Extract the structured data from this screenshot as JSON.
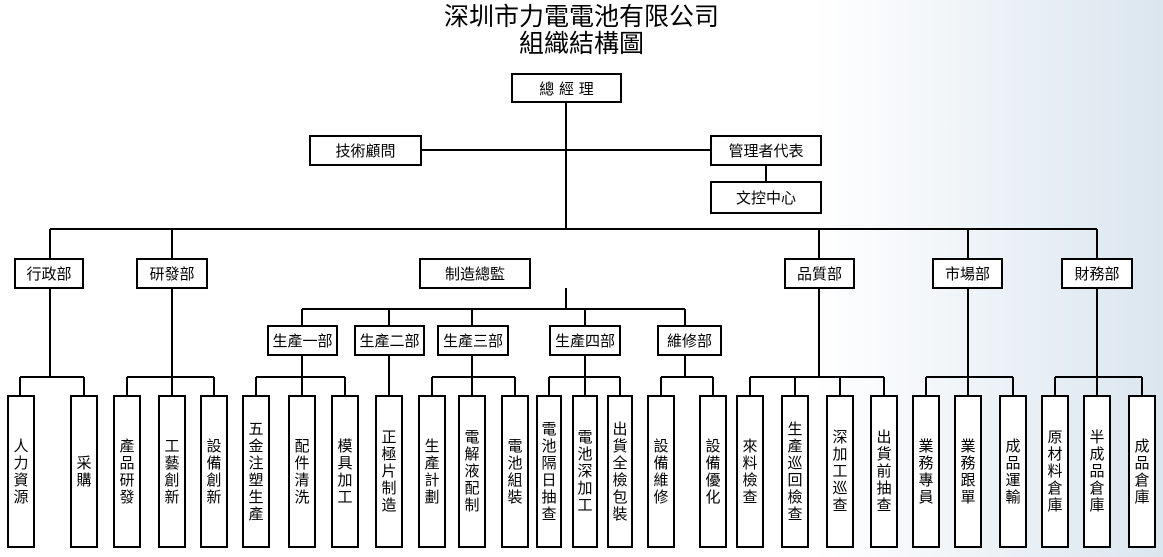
{
  "title": "深圳市力電電池有限公司",
  "subtitle": "組織結構圖",
  "general_manager": "總 經 理",
  "technical_advisor": "技術顧問",
  "management_rep": "管理者代表",
  "document_center": "文控中心",
  "departments": {
    "admin": {
      "label": "行政部",
      "items": [
        "人力資源",
        "采購"
      ]
    },
    "rnd": {
      "label": "研發部",
      "items": [
        "產品研發",
        "工藝創新",
        "設備創新"
      ]
    },
    "mfg": {
      "label": "制造總監"
    },
    "quality": {
      "label": "品質部",
      "items": [
        "來料檢查",
        "生產巡回檢查",
        "深加工巡查",
        "出貨前抽查"
      ]
    },
    "market": {
      "label": "市場部",
      "items": [
        "業務專員",
        "業務跟單",
        "成品運輸"
      ]
    },
    "finance": {
      "label": "財務部",
      "items": [
        "原材料倉庫",
        "半成品倉庫",
        "成品倉庫"
      ]
    }
  },
  "production": {
    "p1": {
      "label": "生產一部",
      "items": [
        "五金注塑生產",
        "配件清洗",
        "模具加工"
      ]
    },
    "p2": {
      "label": "生產二部",
      "items": [
        "正極片制造"
      ]
    },
    "p3": {
      "label": "生產三部",
      "items": [
        "生產計劃",
        "電解液配制",
        "電池組裝"
      ]
    },
    "p4": {
      "label": "生產四部",
      "items": [
        "電池隔日抽查",
        "電池深加工",
        "出貨全檢包裝"
      ]
    },
    "maint": {
      "label": "維修部",
      "items": [
        "設備維修",
        "設備優化"
      ]
    }
  }
}
